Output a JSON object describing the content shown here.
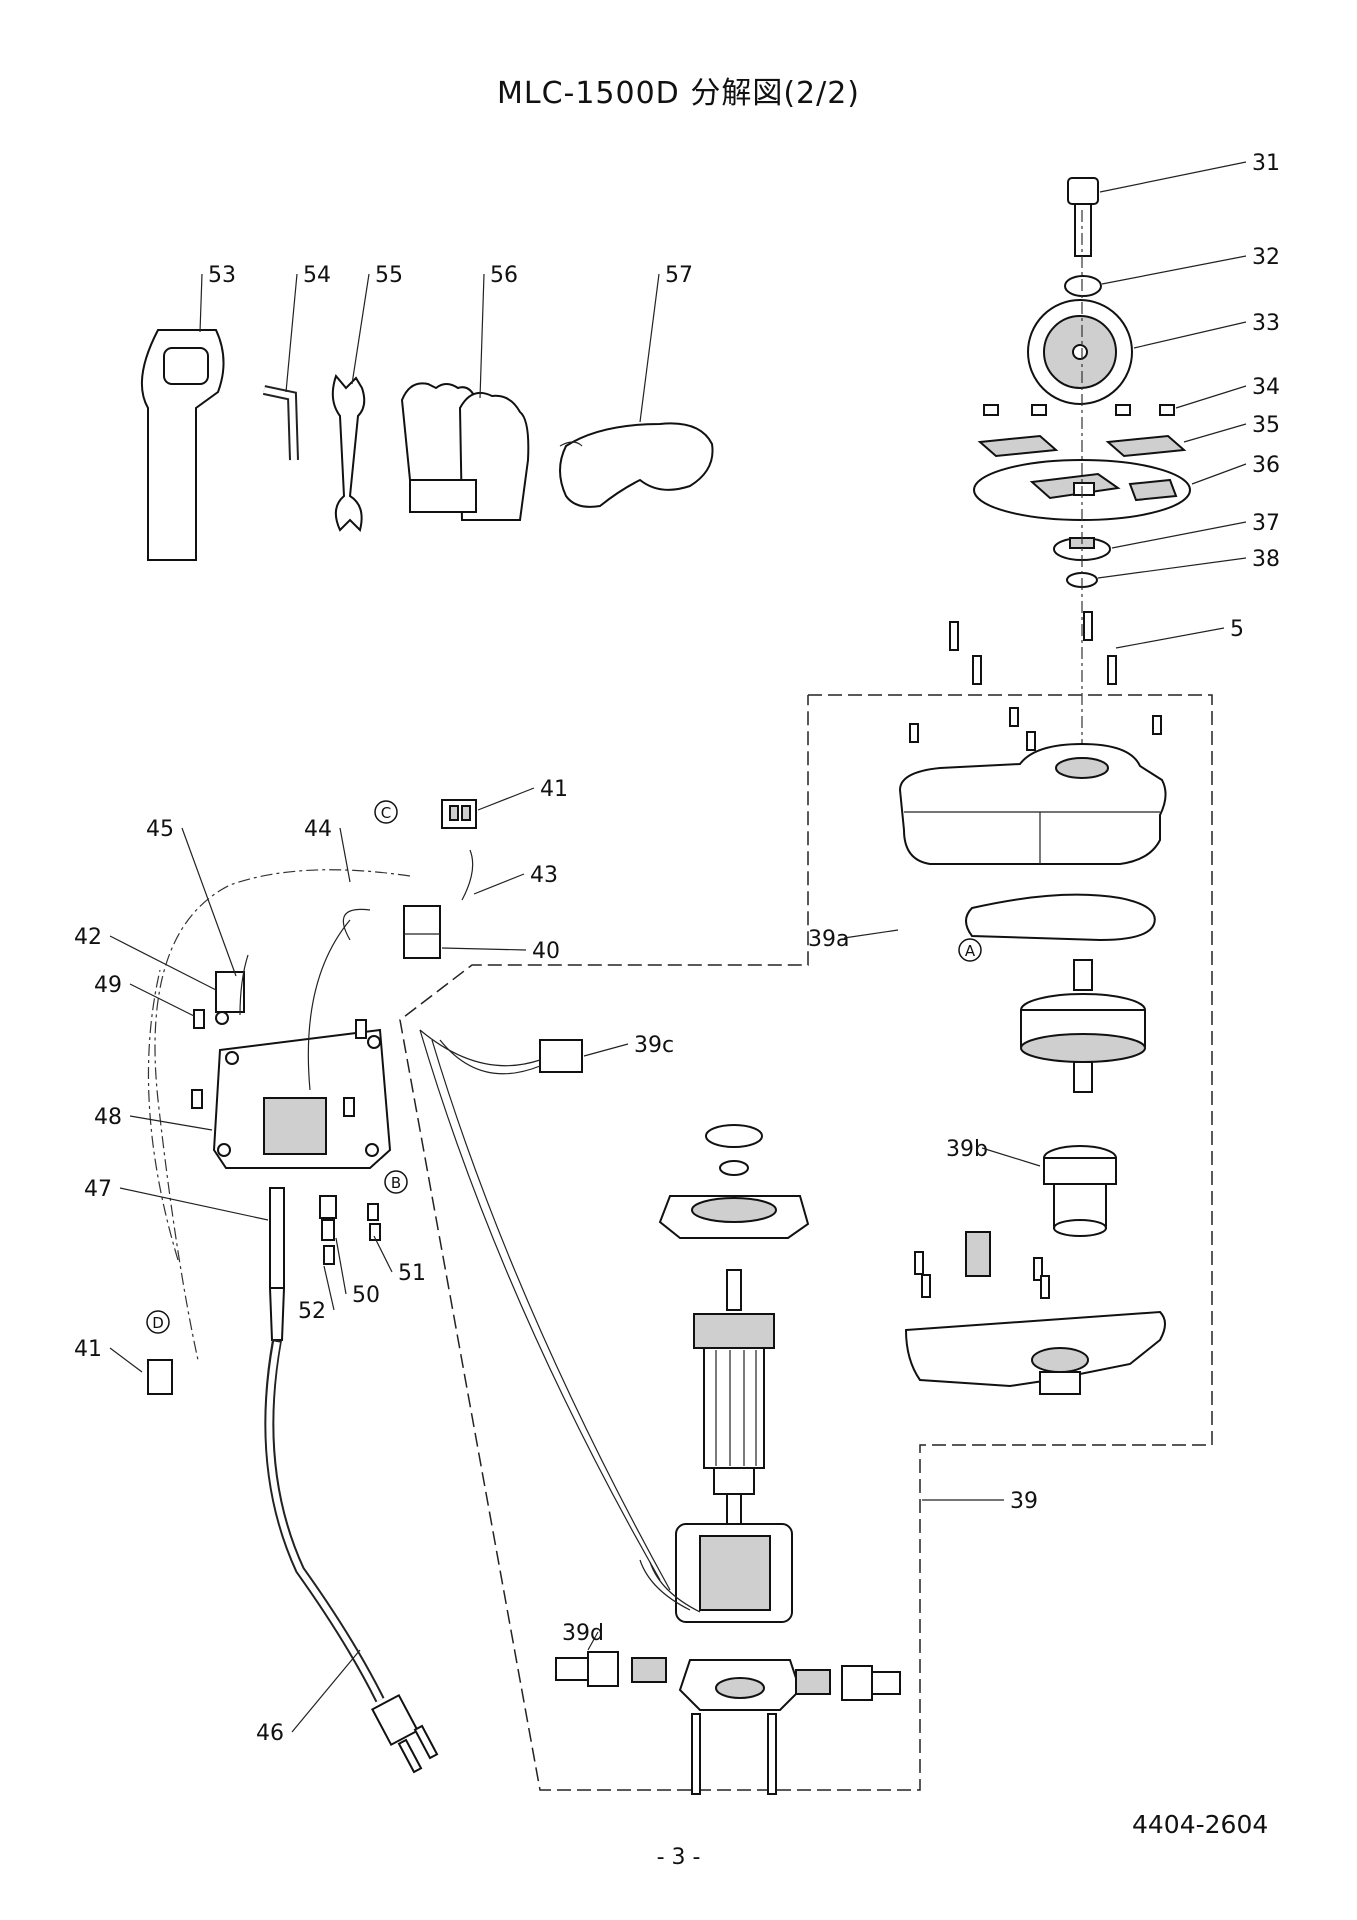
{
  "title": "MLC-1500D  分解図(2/2)",
  "page_number": "- 3 -",
  "doc_number": "4404-2604",
  "part_labels": [
    "31",
    "32",
    "33",
    "34",
    "35",
    "36",
    "37",
    "38",
    "5",
    "41",
    "45",
    "44",
    "43",
    "42",
    "40",
    "49",
    "39a",
    "39c",
    "48",
    "39b",
    "47",
    "51",
    "52",
    "50",
    "41",
    "39",
    "39d",
    "46",
    "53",
    "54",
    "55",
    "56",
    "57"
  ],
  "callouts": [
    "C",
    "A",
    "B",
    "D"
  ]
}
